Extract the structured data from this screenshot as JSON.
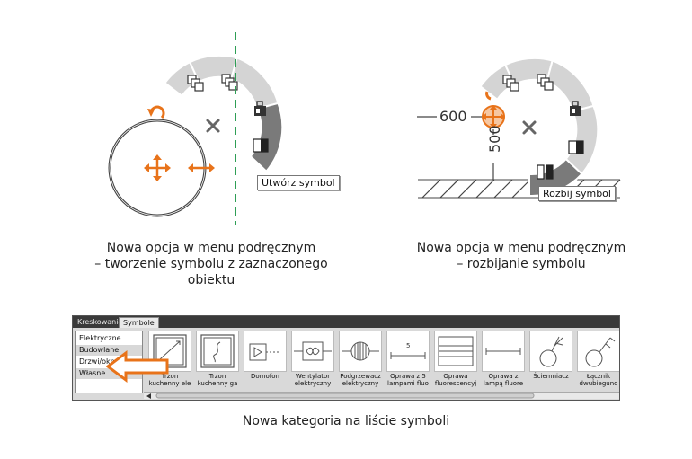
{
  "top_left": {
    "tooltip": "Utwórz symbol",
    "caption_line1": "Nowa opcja w menu podręcznym",
    "caption_line2": "– tworzenie symbolu z zaznaczonego obiektu"
  },
  "top_right": {
    "tooltip": "Rozbij symbol",
    "dim_horizontal": "600",
    "dim_vertical": "500",
    "caption_line1": "Nowa opcja w menu podręcznym",
    "caption_line2": "– rozbijanie symbolu"
  },
  "panel": {
    "tabs": [
      "Kreskowania",
      "Symbole"
    ],
    "categories": [
      "Elektryczne",
      "Budowlane",
      "Drzwi/okna",
      "Własne"
    ],
    "symbols": [
      {
        "line1": "Trzon",
        "line2": "kuchenny ele"
      },
      {
        "line1": "Trzon",
        "line2": "kuchenny ga"
      },
      {
        "line1": "Domofon",
        "line2": ""
      },
      {
        "line1": "Wentylator",
        "line2": "elektryczny"
      },
      {
        "line1": "Podgrzewacz",
        "line2": "elektryczny"
      },
      {
        "line1": "Oprawa z 5",
        "line2": "lampami fluo"
      },
      {
        "line1": "Oprawa",
        "line2": "fluorescencyj"
      },
      {
        "line1": "Oprawa z",
        "line2": "lampą fluore"
      },
      {
        "line1": "Ściemniacz",
        "line2": ""
      },
      {
        "line1": "Łącznik",
        "line2": "dwubieguno"
      }
    ],
    "thumb_5_label": "5",
    "caption": "Nowa kategoria na liście symboli"
  },
  "colors": {
    "accent": "#e8731a",
    "menu_light": "#d4d4d4",
    "menu_dark": "#7a7a7a",
    "guide": "#2e9e55"
  }
}
